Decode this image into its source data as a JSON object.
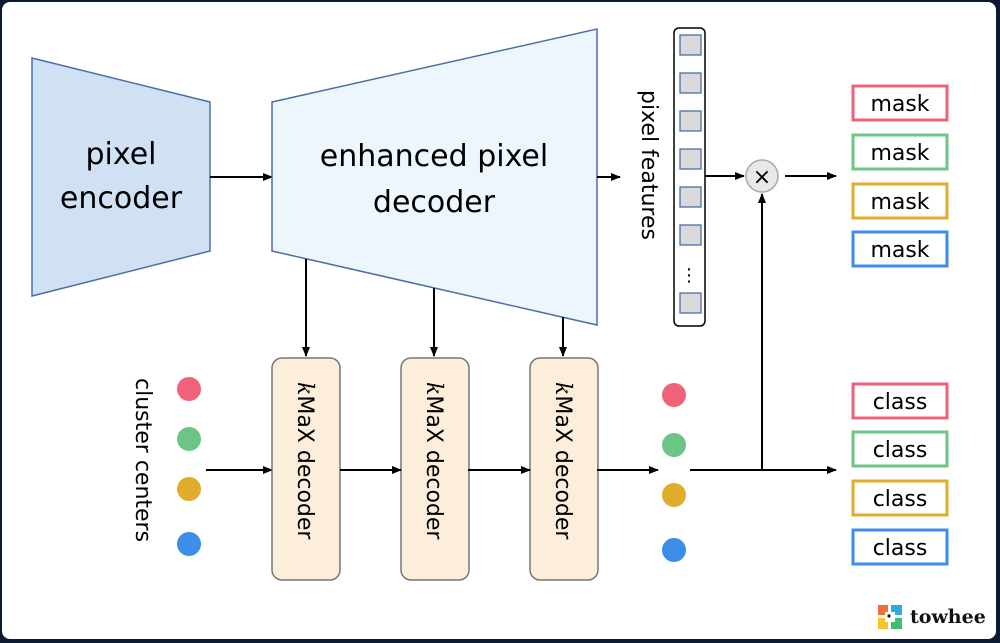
{
  "diagram": {
    "pixel_encoder": {
      "line1": "pixel",
      "line2": "encoder"
    },
    "pixel_decoder": {
      "line1": "enhanced pixel",
      "line2": "decoder"
    },
    "pixel_features_label": "pixel features",
    "pixel_feature_ellipsis": "⋮",
    "multiply_symbol": "×",
    "cluster_centers_label": "cluster centers",
    "kmax_decoders": [
      {
        "k": "k",
        "label": "MaX decoder"
      },
      {
        "k": "k",
        "label": "MaX decoder"
      },
      {
        "k": "k",
        "label": "MaX decoder"
      }
    ],
    "masks": [
      {
        "label": "mask",
        "color": "#f0627a"
      },
      {
        "label": "mask",
        "color": "#6cc485"
      },
      {
        "label": "mask",
        "color": "#dfac2c"
      },
      {
        "label": "mask",
        "color": "#3d8ee8"
      }
    ],
    "classes": [
      {
        "label": "class",
        "color": "#f0627a"
      },
      {
        "label": "class",
        "color": "#6cc485"
      },
      {
        "label": "class",
        "color": "#dfac2c"
      },
      {
        "label": "class",
        "color": "#3d8ee8"
      }
    ],
    "dot_colors": [
      "#f0627a",
      "#6cc485",
      "#dfac2c",
      "#3d8ee8"
    ]
  },
  "branding": {
    "logo_text": "towhee"
  }
}
